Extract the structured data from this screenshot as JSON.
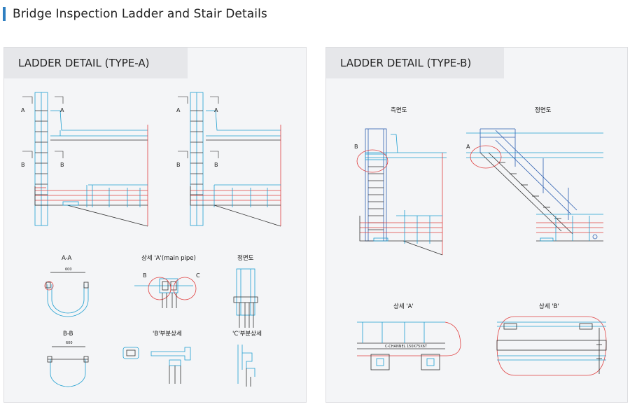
{
  "page": {
    "title": "Bridge Inspection Ladder and Stair Details",
    "accent_color": "#2f7fc1"
  },
  "panel_a": {
    "header": "LADDER DETAIL (TYPE-A)",
    "section_labels": {
      "a": "A",
      "b": "B"
    },
    "captions": {
      "aa": "A-A",
      "detail_a": "상세 'A'(main pipe)",
      "front": "정면도",
      "bb": "B-B",
      "detail_b": "'B'부분상세",
      "detail_c": "'C'부분상세"
    },
    "callouts": {
      "b": "B",
      "c": "C"
    },
    "dims": {
      "aa": "600",
      "bb": "600"
    }
  },
  "panel_b": {
    "header": "LADDER DETAIL (TYPE-B)",
    "captions": {
      "side": "측면도",
      "front": "정면도",
      "detail_a": "상세 'A'",
      "detail_b": "상세 'B'"
    },
    "callouts": {
      "b": "B",
      "a": "A"
    },
    "notes": {
      "channel": "C-CHANNEL 150X75X6T"
    }
  },
  "colors": {
    "cyan": "#1f9fd0",
    "red": "#e04040",
    "dark": "#333333",
    "blue": "#2d5fb0"
  }
}
